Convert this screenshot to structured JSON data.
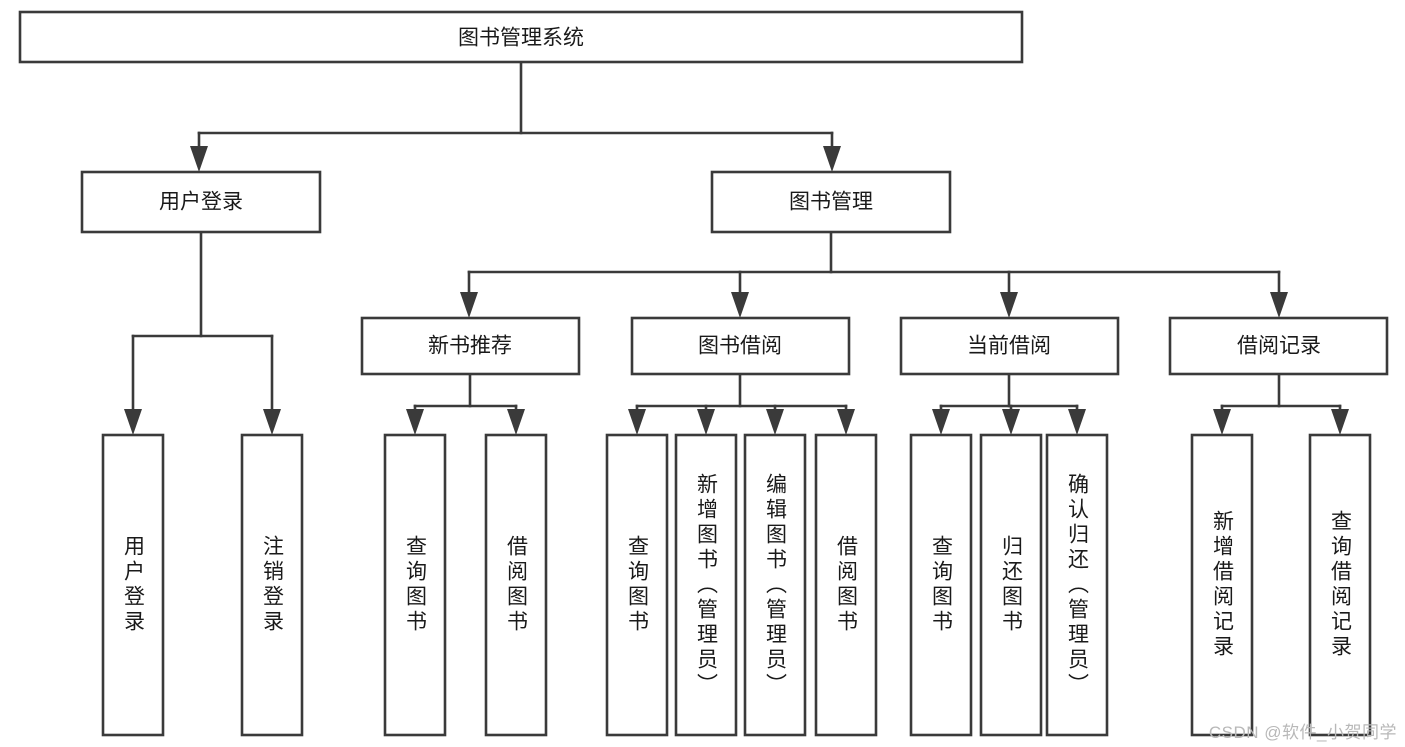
{
  "diagram": {
    "title": "图书管理系统",
    "type": "tree",
    "orientation": "top-down",
    "colors": {
      "box_stroke": "#3a3a3a",
      "box_fill": "#ffffff",
      "connector": "#3a3a3a",
      "text": "#1a1a1a",
      "background": "#ffffff",
      "watermark": "#b8b8b8"
    },
    "root": {
      "label": "图书管理系统"
    },
    "level2": [
      {
        "label": "用户登录"
      },
      {
        "label": "图书管理"
      }
    ],
    "level3": [
      {
        "label": "新书推荐"
      },
      {
        "label": "图书借阅"
      },
      {
        "label": "当前借阅"
      },
      {
        "label": "借阅记录"
      }
    ],
    "leaves": {
      "user_login": [
        {
          "label": "用户登录"
        },
        {
          "label": "注销登录"
        }
      ],
      "new_book_recommend": [
        {
          "label": "查询图书"
        },
        {
          "label": "借阅图书"
        }
      ],
      "book_borrow": [
        {
          "label": "查询图书"
        },
        {
          "label": "新增图书（管理员）"
        },
        {
          "label": "编辑图书（管理员）"
        },
        {
          "label": "借阅图书"
        }
      ],
      "current_borrow": [
        {
          "label": "查询图书"
        },
        {
          "label": "归还图书"
        },
        {
          "label": "确认归还（管理员）"
        }
      ],
      "borrow_record": [
        {
          "label": "新增借阅记录"
        },
        {
          "label": "查询借阅记录"
        }
      ]
    }
  },
  "watermark": {
    "text": "CSDN @软件_小贺同学"
  }
}
